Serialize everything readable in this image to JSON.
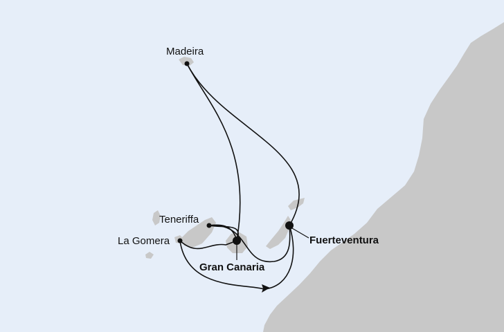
{
  "colors": {
    "sea": "#e6eef9",
    "mainland": "#c8c8c8",
    "island": "#c8c8c8",
    "route": "#111111",
    "port": "#111111"
  },
  "ports": [
    {
      "id": "madeira",
      "label": "Madeira",
      "major": false
    },
    {
      "id": "teneriffa",
      "label": "Teneriffa",
      "major": false
    },
    {
      "id": "la-gomera",
      "label": "La Gomera",
      "major": false
    },
    {
      "id": "gran-canaria",
      "label": "Gran Canaria",
      "major": true
    },
    {
      "id": "fuerteventura",
      "label": "Fuerteventura",
      "major": true
    }
  ]
}
